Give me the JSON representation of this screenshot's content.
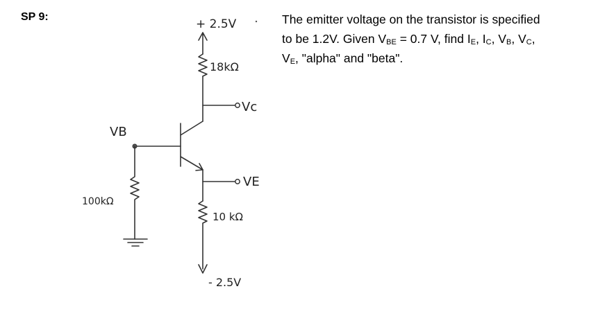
{
  "problem_label": "SP 9:",
  "problem": {
    "line1": "The emitter voltage on the transistor is specified",
    "line2_a": "to be 1.2V. Given V",
    "line2_be": "BE",
    "line2_b": " = 0.7 V, find I",
    "line2_e": "E",
    "line2_c1": ", I",
    "line2_c": "C",
    "line2_d": ", V",
    "line2_bsub": "B",
    "line2_f": ", V",
    "line2_csub": "C",
    "line2_g": ",",
    "line3_a": "V",
    "line3_esub": "E",
    "line3_b": ", \"alpha\" and \"beta\"."
  },
  "circuit": {
    "supply_pos": "+ 2.5V",
    "supply_neg": "- 2.5V",
    "rc": "18kΩ",
    "re": "10 kΩ",
    "rb": "100kΩ",
    "vc_label": "Vc",
    "vb_label": "VB",
    "ve_label": "VE"
  }
}
